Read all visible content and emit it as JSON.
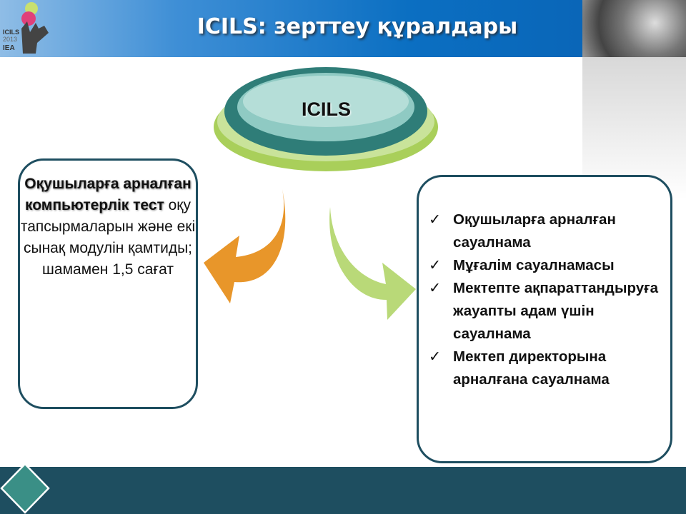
{
  "header": {
    "title": "ICILS: зерттеу құралдары",
    "logo_text": "ICILS 2013 IEA"
  },
  "center": {
    "label": "ICILS"
  },
  "left_box": {
    "bold_text": "Оқушыларға арналған компьютерлік тест",
    "text": " оқу тапсырмаларын және екі сынақ модулін қамтиды; шамамен 1,5 сағат"
  },
  "right_box": {
    "check": "✓",
    "items": [
      "Оқушыларға арналған сауалнама",
      "Мұғалім сауалнамасы",
      "Мектепте ақпараттандыруға жауапты адам үшін сауалнама",
      "Мектеп директорына арналғана сауалнама"
    ]
  },
  "colors": {
    "footer": "#1e4e60",
    "teal": "#3a8f86",
    "orange": "#e8962a",
    "green": "#a9cf5a"
  }
}
